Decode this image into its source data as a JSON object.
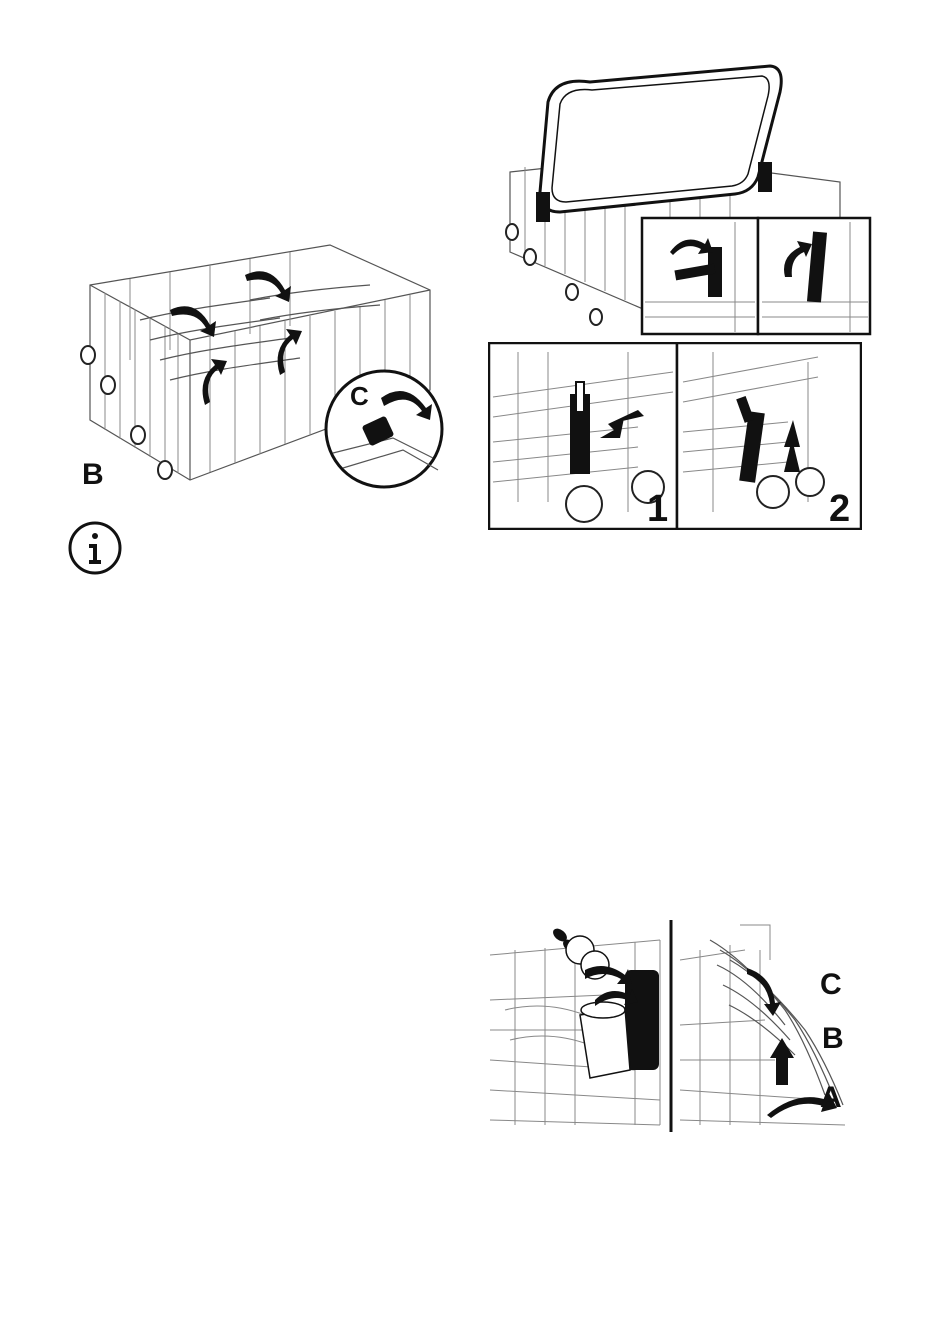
{
  "figure_b": {
    "label": "B",
    "inset_label": "C"
  },
  "figure_rack_steps": {
    "step1": "1",
    "step2": "2"
  },
  "figure_cup_shelf": {
    "label_a": "A",
    "label_b": "B",
    "label_c": "C"
  },
  "icons": {
    "info": "info-icon"
  }
}
